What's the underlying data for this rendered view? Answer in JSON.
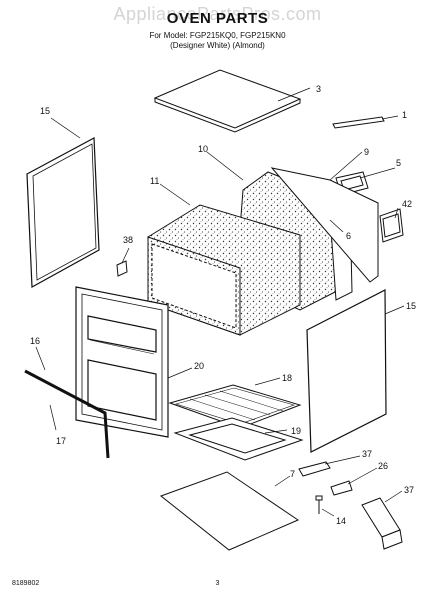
{
  "header": {
    "watermark": "AppliancePartsPros.com",
    "title": "OVEN PARTS",
    "model_line": "For Model: FGP215KQ0, FGP215KN0",
    "variant_line": "(Designer White) (Almond)"
  },
  "footer": {
    "doc_number": "8189802",
    "page_number": "3"
  },
  "callouts": {
    "c1": "1",
    "c3": "3",
    "c5": "5",
    "c6": "6",
    "c7": "7",
    "c9": "9",
    "c10": "10",
    "c11": "11",
    "c14": "14",
    "c15a": "15",
    "c15b": "15",
    "c16": "16",
    "c17": "17",
    "c18": "18",
    "c19": "19",
    "c20": "20",
    "c26": "26",
    "c37a": "37",
    "c37b": "37",
    "c38": "38",
    "c42": "42"
  }
}
